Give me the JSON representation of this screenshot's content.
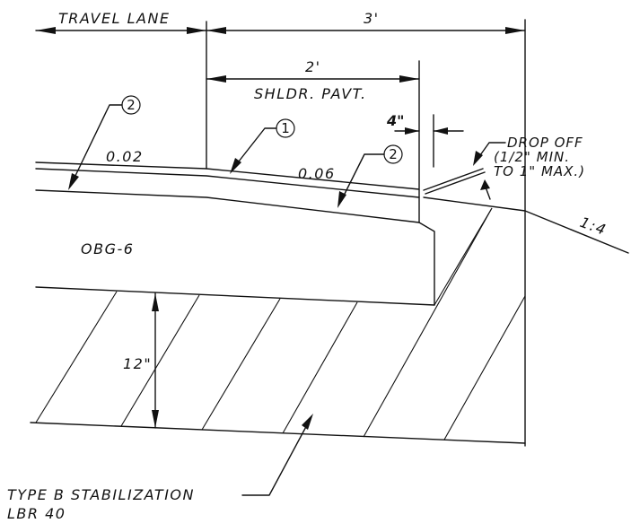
{
  "labels": {
    "travel_lane": "TRAVEL LANE",
    "dim_3ft": "3'",
    "dim_2ft": "2'",
    "shoulder_pavement": "SHLDR. PAVT.",
    "dim_4in": "4\"",
    "drop_off_line1": "DROP OFF",
    "drop_off_line2": "(1/2\" MIN.",
    "drop_off_line3": "TO 1\" MAX.)",
    "slope_002": "0.02",
    "slope_006": "0.06",
    "slope_1_4": "1:4",
    "base_course": "OBG-6",
    "depth_12in": "12\"",
    "stabilization_line1": "TYPE B STABILIZATION",
    "stabilization_line2": "LBR 40"
  },
  "callouts": {
    "one": "1",
    "two_left": "2",
    "two_right": "2"
  },
  "colors": {
    "linework": "#111111",
    "background": "#ffffff"
  }
}
